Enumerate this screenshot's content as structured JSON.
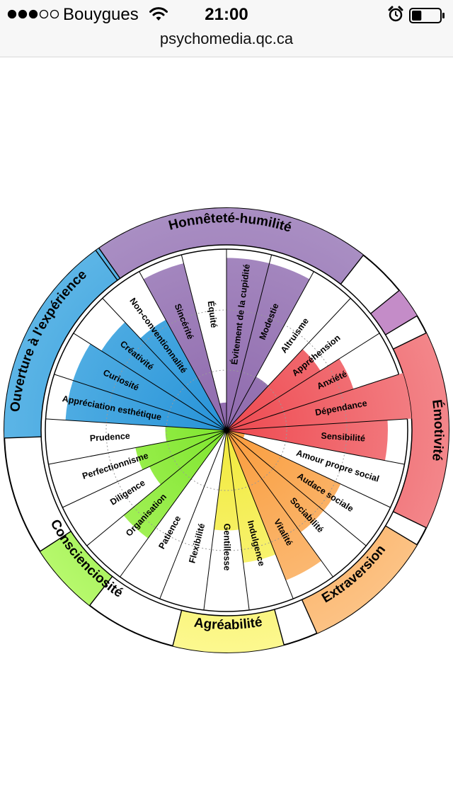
{
  "status_bar": {
    "carrier": "Bouygues",
    "time": "21:00",
    "signal_bars_filled": 3,
    "signal_bars_total": 5,
    "icons": [
      "signal-dots-icon",
      "wifi-icon",
      "alarm-icon",
      "battery-icon"
    ],
    "battery_level": 0.35
  },
  "browser": {
    "url": "psychomedia.qc.ca"
  },
  "wheel": {
    "domains": [
      {
        "name": "Honnêteté-humilité",
        "color": "#8f6aad",
        "color_light": "#a98ec3",
        "start": -36,
        "end": 38,
        "sub_color": "#c48cc8",
        "sub_start": 51,
        "sub_end": 59
      },
      {
        "name": "Émotivité",
        "color": "#ee4950",
        "color_light": "#f3868a",
        "start": 64,
        "end": 116
      },
      {
        "name": "Extraversion",
        "color": "#f99c3c",
        "color_light": "#fcc284",
        "start": 121,
        "end": 156
      },
      {
        "name": "Agréabilité",
        "color": "#f1e93a",
        "color_light": "#fcf88f",
        "start": 165,
        "end": 194
      },
      {
        "name": "Conscienciosité",
        "color": "#7fe52f",
        "color_light": "#b6f86c",
        "start": 218,
        "end": 237
      },
      {
        "name": "Ouverture à l'expérience",
        "color": "#2793d8",
        "color_light": "#5cb5e6",
        "start": 268,
        "end": 325
      }
    ],
    "facets": [
      {
        "label": "Évitement de la cupidité",
        "domain": 0,
        "level": 0.93
      },
      {
        "label": "Modestie",
        "domain": 0,
        "level": 0.93
      },
      {
        "label": "Altruisme",
        "domain": 0,
        "level": 0.33
      },
      {
        "label": "Appréhension",
        "domain": 1,
        "level": 0.6
      },
      {
        "label": "Anxiété",
        "domain": 1,
        "level": 0.72
      },
      {
        "label": "Dépendance",
        "domain": 1,
        "level": 1.0
      },
      {
        "label": "Sensibilité",
        "domain": 1,
        "level": 0.87
      },
      {
        "label": "Amour propre social",
        "domain": 2,
        "level": 0.1
      },
      {
        "label": "Audace sociale",
        "domain": 2,
        "level": 0.68
      },
      {
        "label": "Sociabilité",
        "domain": 2,
        "level": 0.68
      },
      {
        "label": "Vitalité",
        "domain": 2,
        "level": 0.87
      },
      {
        "label": "Indulgence",
        "domain": 3,
        "level": 0.72
      },
      {
        "label": "Gentillesse",
        "domain": 3,
        "level": 0.54
      },
      {
        "label": "Flexibilité",
        "domain": 3,
        "level": 0.0
      },
      {
        "label": "Patience",
        "domain": 3,
        "level": 0.0
      },
      {
        "label": "Organisation",
        "domain": 4,
        "level": 0.72
      },
      {
        "label": "Diligence",
        "domain": 4,
        "level": 0.46
      },
      {
        "label": "Perfectionnisme",
        "domain": 4,
        "level": 0.5
      },
      {
        "label": "Prudence",
        "domain": 4,
        "level": 0.33
      },
      {
        "label": "Appréciation esthétique",
        "domain": 5,
        "level": 0.87
      },
      {
        "label": "Curiosité",
        "domain": 5,
        "level": 0.87
      },
      {
        "label": "Créativité",
        "domain": 5,
        "level": 0.8
      },
      {
        "label": "Non-conventionnalité",
        "domain": 5,
        "level": 0.68
      },
      {
        "label": "Sincérité",
        "domain": 0,
        "level": 0.93
      },
      {
        "label": "Équité",
        "domain": 0,
        "level": 0.15
      }
    ]
  }
}
